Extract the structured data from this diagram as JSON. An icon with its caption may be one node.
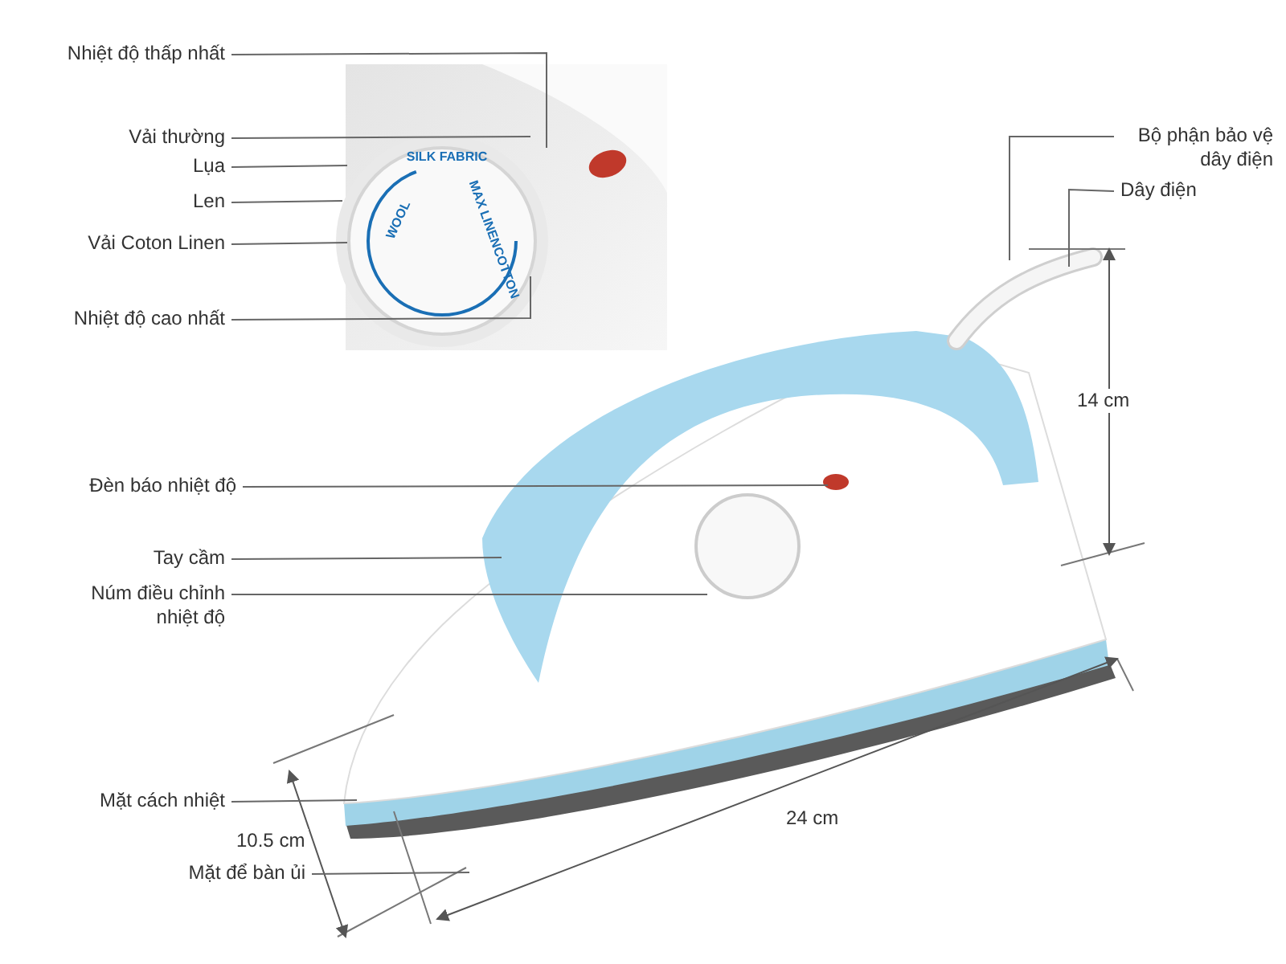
{
  "diagram": {
    "nodes": [
      {
        "text": [
          "Nhiệt độ thấp nhất"
        ]
      },
      {
        "text": [
          "Vải thường"
        ]
      },
      {
        "text": [
          "Lụa"
        ]
      },
      {
        "text": [
          "Len"
        ]
      },
      {
        "text": [
          "Vải Coton Linen"
        ]
      },
      {
        "text": [
          "Nhiệt độ cao nhất"
        ]
      },
      {
        "text": [
          "Bộ phận bảo vệ dây điện"
        ]
      },
      {
        "text": [
          "Dây điện"
        ]
      },
      {
        "text": [
          "Đèn báo nhiệt độ"
        ]
      },
      {
        "text": [
          "Tay cầm"
        ]
      },
      {
        "text": [
          "Núm điều chỉnh nhiệt độ"
        ]
      },
      {
        "text": [
          "Mặt cách nhiệt"
        ]
      },
      {
        "text": [
          "Mặt để bàn ủi"
        ]
      }
    ],
    "edges": [
      {
        "from": 0,
        "to": null,
        "arrow": "none"
      },
      {
        "from": 1,
        "to": null,
        "arrow": "none"
      },
      {
        "from": 2,
        "to": null,
        "arrow": "none"
      },
      {
        "from": 3,
        "to": null,
        "arrow": "none"
      },
      {
        "from": 4,
        "to": null,
        "arrow": "none"
      },
      {
        "from": 5,
        "to": null,
        "arrow": "none"
      },
      {
        "from": 6,
        "to": null,
        "arrow": "none"
      },
      {
        "from": 7,
        "to": null,
        "arrow": "none"
      },
      {
        "from": 8,
        "to": null,
        "arrow": "none"
      },
      {
        "from": 9,
        "to": null,
        "arrow": "none"
      },
      {
        "from": 10,
        "to": null,
        "arrow": "none"
      },
      {
        "from": 11,
        "to": null,
        "arrow": "none"
      },
      {
        "from": 12,
        "to": null,
        "arrow": "none"
      }
    ],
    "labels": [
      "WOOL",
      "SILK FABRIC",
      "MAX LINENCOTTON",
      "14 cm",
      "24 cm",
      "10.5 cm"
    ]
  }
}
